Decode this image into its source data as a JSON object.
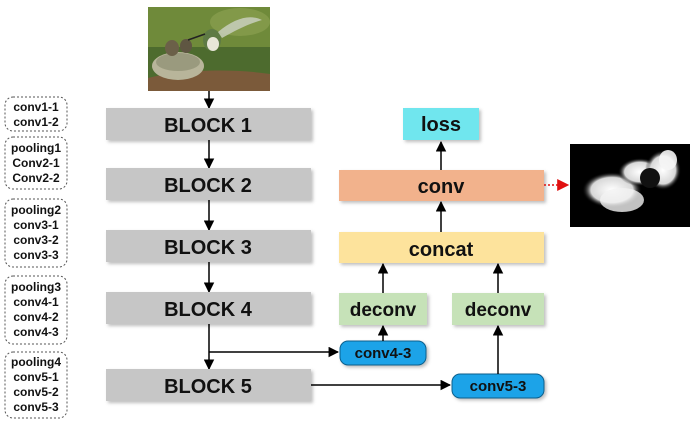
{
  "photo": {
    "icon": "hummingbird-nest-photo"
  },
  "saliency_output": {
    "icon": "saliency-map-output"
  },
  "layer_groups": [
    {
      "lines": [
        "conv1-1",
        "conv1-2"
      ]
    },
    {
      "lines": [
        "pooling1",
        "Conv2-1",
        "Conv2-2"
      ]
    },
    {
      "lines": [
        "pooling2",
        "conv3-1",
        "conv3-2",
        "conv3-3"
      ]
    },
    {
      "lines": [
        "pooling3",
        "conv4-1",
        "conv4-2",
        "conv4-3"
      ]
    },
    {
      "lines": [
        "pooling4",
        "conv5-1",
        "conv5-2",
        "conv5-3"
      ]
    }
  ],
  "blocks": [
    "BLOCK 1",
    "BLOCK 2",
    "BLOCK 3",
    "BLOCK 4",
    "BLOCK 5"
  ],
  "head": {
    "loss": "loss",
    "conv": "conv",
    "concat": "concat",
    "deconv_left": "deconv",
    "deconv_right": "deconv",
    "conv4_3": "conv4-3",
    "conv5_3": "conv5-3"
  },
  "colors": {
    "block": "#c6c6c6",
    "loss": "#6fe6ee",
    "conv": "#f2b28c",
    "concat": "#fde39c",
    "deconv": "#c6e2b8",
    "pill": "#1aa3e8",
    "red_arrow": "#e01010"
  }
}
